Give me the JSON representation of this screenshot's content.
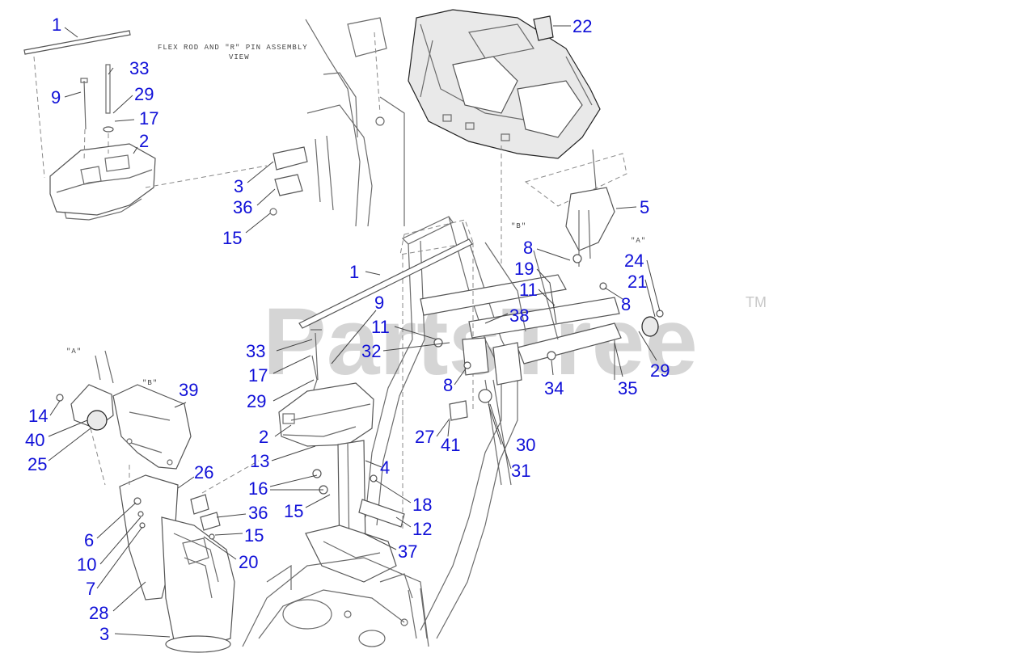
{
  "view_note": {
    "line1": "FLEX ROD AND \"R\" PIN ASSEMBLY",
    "line2": "VIEW"
  },
  "ref_labels": {
    "b": "\"B\"",
    "a": "\"A\""
  },
  "watermark": {
    "brand": "PartsTree",
    "tm": "TM"
  },
  "callouts": [
    {
      "id": "c1",
      "text": "1"
    },
    {
      "id": "c33",
      "text": "33"
    },
    {
      "id": "c9",
      "text": "9"
    },
    {
      "id": "c29",
      "text": "29"
    },
    {
      "id": "c17",
      "text": "17"
    },
    {
      "id": "c2",
      "text": "2"
    },
    {
      "id": "c3",
      "text": "3"
    },
    {
      "id": "c36",
      "text": "36"
    },
    {
      "id": "c15",
      "text": "15"
    },
    {
      "id": "c22",
      "text": "22"
    },
    {
      "id": "c5",
      "text": "5"
    },
    {
      "id": "c8",
      "text": "8"
    },
    {
      "id": "c19",
      "text": "19"
    },
    {
      "id": "c11",
      "text": "11"
    },
    {
      "id": "c8b",
      "text": "8"
    },
    {
      "id": "c24",
      "text": "24"
    },
    {
      "id": "c21",
      "text": "21"
    },
    {
      "id": "c1b",
      "text": "1"
    },
    {
      "id": "c9b",
      "text": "9"
    },
    {
      "id": "c38",
      "text": "38"
    },
    {
      "id": "c11b",
      "text": "11"
    },
    {
      "id": "c33b",
      "text": "33"
    },
    {
      "id": "c32",
      "text": "32"
    },
    {
      "id": "c17b",
      "text": "17"
    },
    {
      "id": "c29b",
      "text": "29"
    },
    {
      "id": "c8c",
      "text": "8"
    },
    {
      "id": "c34",
      "text": "34"
    },
    {
      "id": "c35",
      "text": "35"
    },
    {
      "id": "c29c",
      "text": "29"
    },
    {
      "id": "c39",
      "text": "39"
    },
    {
      "id": "c14",
      "text": "14"
    },
    {
      "id": "c40",
      "text": "40"
    },
    {
      "id": "c25",
      "text": "25"
    },
    {
      "id": "c2b",
      "text": "2"
    },
    {
      "id": "c27",
      "text": "27"
    },
    {
      "id": "c41",
      "text": "41"
    },
    {
      "id": "c30",
      "text": "30"
    },
    {
      "id": "c13",
      "text": "13"
    },
    {
      "id": "c4",
      "text": "4"
    },
    {
      "id": "c31",
      "text": "31"
    },
    {
      "id": "c26",
      "text": "26"
    },
    {
      "id": "c16",
      "text": "16"
    },
    {
      "id": "c18",
      "text": "18"
    },
    {
      "id": "c15b",
      "text": "15"
    },
    {
      "id": "c36b",
      "text": "36"
    },
    {
      "id": "c12",
      "text": "12"
    },
    {
      "id": "c6",
      "text": "6"
    },
    {
      "id": "c15c",
      "text": "15"
    },
    {
      "id": "c10",
      "text": "10"
    },
    {
      "id": "c20",
      "text": "20"
    },
    {
      "id": "c37",
      "text": "37"
    },
    {
      "id": "c7",
      "text": "7"
    },
    {
      "id": "c28",
      "text": "28"
    },
    {
      "id": "c3b",
      "text": "3"
    }
  ]
}
